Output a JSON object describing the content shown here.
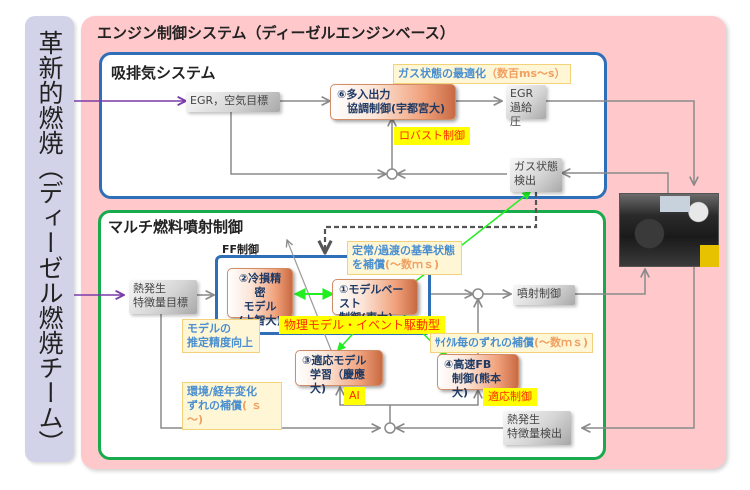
{
  "team_panel": {
    "label": "革新的燃焼（ディーゼル燃焼チーム）"
  },
  "system": {
    "title": "エンジン制御システム（ディーゼルエンジンベース）",
    "intake_exhaust": {
      "title": "吸排気システム",
      "egr_air_target": "EGR，空気目標",
      "controller6": {
        "line1": "⑥多入出力",
        "line2": "協調制御(宇都宮大)"
      },
      "gas_opt_note": {
        "text": "ガス状態の最適化",
        "accent": "（数百ms～s）"
      },
      "egr_boost": {
        "line1": "EGR",
        "line2": "過給圧"
      },
      "robust_tag": "ロバスト制御",
      "gas_detect": {
        "line1": "ガス状態",
        "line2": "検出"
      }
    },
    "multi_fuel": {
      "title": "マルチ燃料噴射制御",
      "ff_label": "FF制御",
      "heat_target": {
        "line1": "熱発生",
        "line2": "特徴量目標"
      },
      "controller2": {
        "line1": "②冷損精密",
        "line2": "モデル",
        "line3": "(上智大)"
      },
      "controller1": {
        "line1": "①モデルベースト",
        "line2": "制御(東大)"
      },
      "steady_note": {
        "line1": "定常/過渡の基準状態",
        "line2": "を補償",
        "accent": "(～数ｍｓ)"
      },
      "physical_tag": "物理モデル・イベント駆動型",
      "model_note": {
        "line1": "モデルの",
        "line2": "推定精度向上"
      },
      "injection_ctrl": "噴射制御",
      "cycle_note": {
        "text": "ｻｲｸﾙ毎のずれの補償",
        "accent": "(～数ｍｓ)"
      },
      "controller3": {
        "line1": "③適応モデル",
        "line2": "学習（慶應大)"
      },
      "ai_tag": "AI",
      "controller4": {
        "line1": "④高速FB",
        "line2": "制御(熊本大)"
      },
      "adaptive_tag": "適応制御",
      "env_note": {
        "line1": "環境/経年変化",
        "line2": "ずれの補償",
        "accent": "( ｓ～)"
      },
      "heat_detect": {
        "line1": "熱発生",
        "line2": "特徴量検出"
      }
    },
    "engine_photo": {
      "alt": "ディーゼルエンジン試験装置"
    }
  },
  "colors": {
    "team_bg": "#d2d2e8",
    "system_bg": "#ffc9cc",
    "intake_border": "#2e6fb8",
    "fuel_border": "#1aaa4e",
    "input_arrow": "#7a3aa8",
    "model_arrow": "#22ee22",
    "signal_line": "#8a8a8a",
    "tag_bg": "#ffff00",
    "tag_text": "#ff2a00",
    "note_text": "#4a8fd0",
    "note_accent": "#f0a060"
  }
}
